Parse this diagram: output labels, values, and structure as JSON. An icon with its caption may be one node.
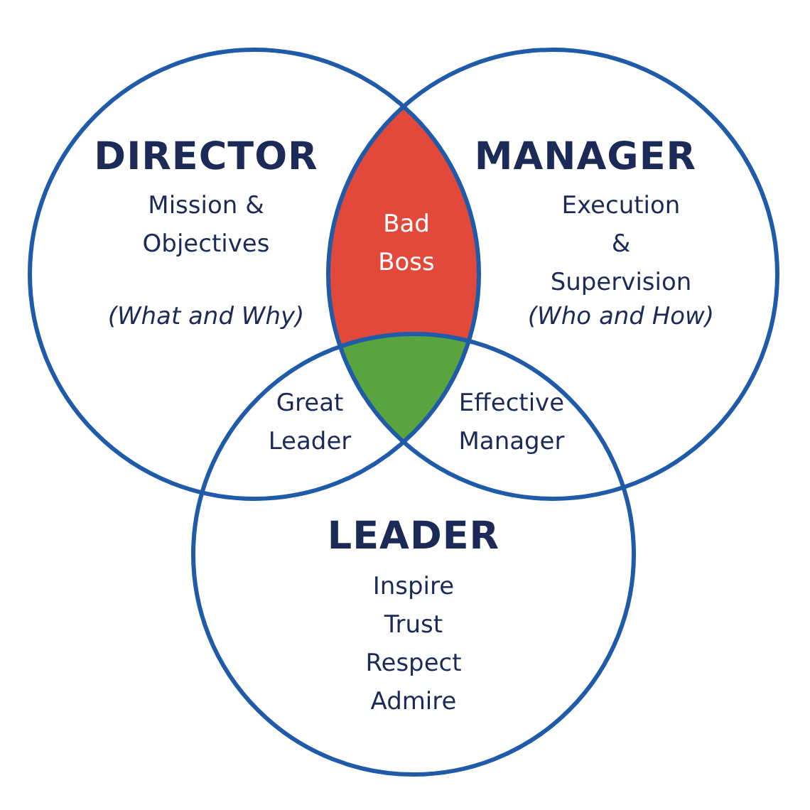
{
  "diagram": {
    "nodes": [
      {
        "text": [
          "DIRECTOR",
          "Mission & Objectives",
          "(What and Why)"
        ]
      },
      {
        "text": [
          "MANAGER",
          "Execution & Supervision",
          "(Who and How)"
        ]
      },
      {
        "text": [
          "Bad Boss"
        ]
      },
      {
        "text": [],
        "shape": "lens"
      },
      {
        "text": [
          "Great Leader"
        ]
      },
      {
        "text": [
          "Effective Manager"
        ]
      },
      {
        "text": [
          "LEADER",
          "Inspire Trust Respect Admire"
        ]
      }
    ]
  }
}
